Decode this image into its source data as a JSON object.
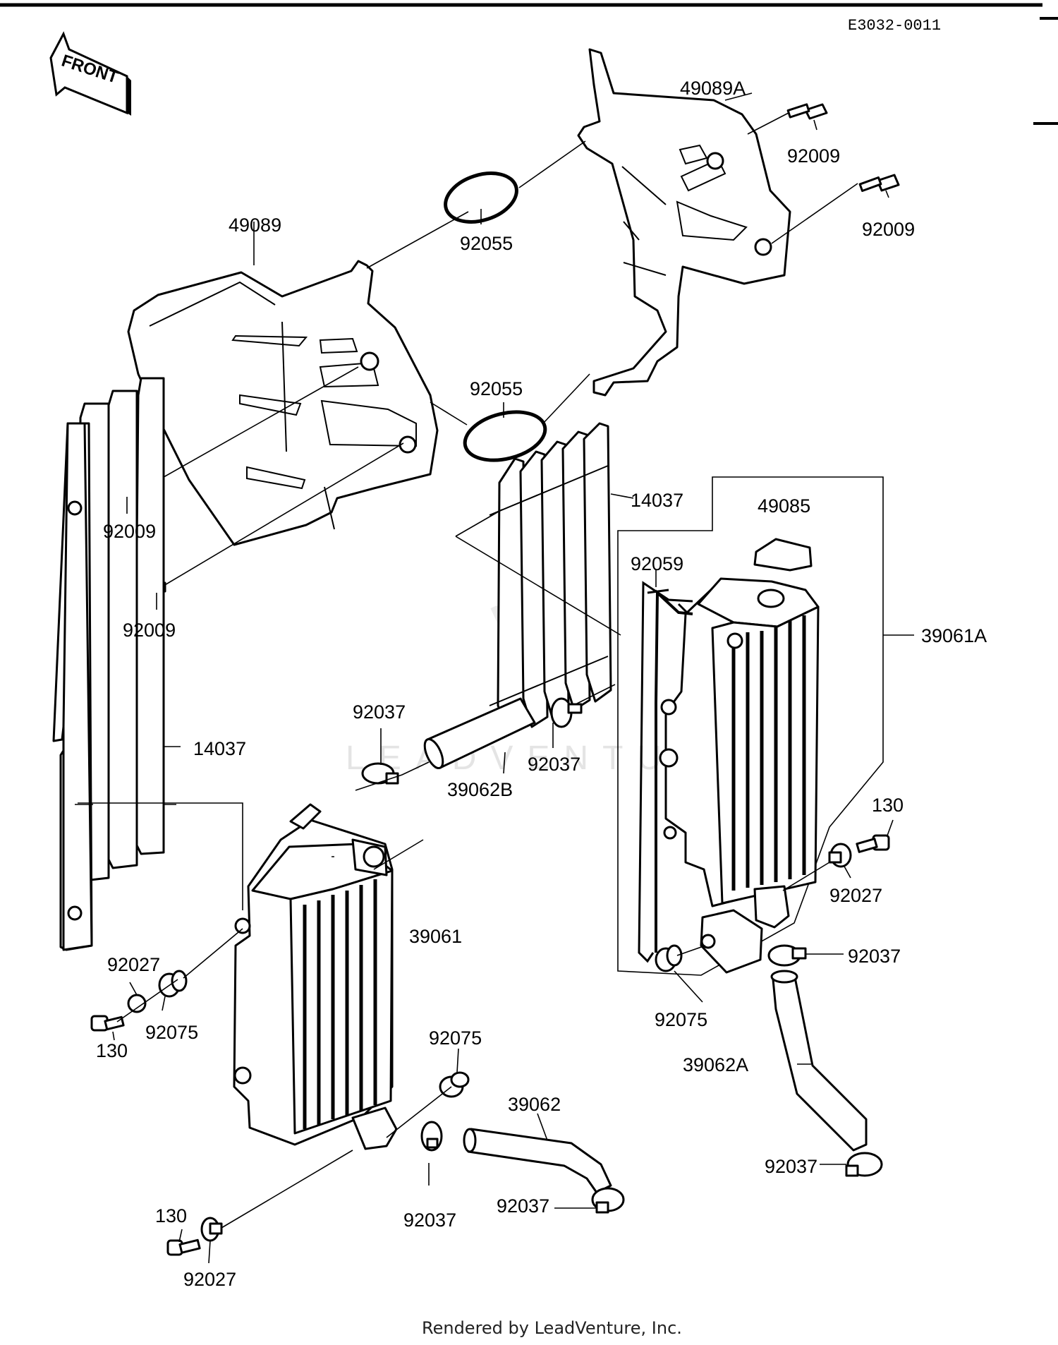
{
  "header": {
    "diagram_code": "E3032-0011",
    "front_label": "FRONT"
  },
  "callouts": {
    "c_49089A": "49089A",
    "c_92009_a": "92009",
    "c_92009_b": "92009",
    "c_49089": "49089",
    "c_92055_a": "92055",
    "c_92055_b": "92055",
    "c_92009_c": "92009",
    "c_92009_d": "92009",
    "c_14037_a": "14037",
    "c_49085": "49085",
    "c_92059": "92059",
    "c_39061A": "39061A",
    "c_92037_a": "92037",
    "c_92037_b": "92037",
    "c_39062B": "39062B",
    "c_14037_b": "14037",
    "c_130_a": "130",
    "c_92027_a": "92027",
    "c_92037_c": "92037",
    "c_92075_a": "92075",
    "c_39061": "39061",
    "c_92027_b": "92027",
    "c_92075_b": "92075",
    "c_130_b": "130",
    "c_92075_c": "92075",
    "c_39062": "39062",
    "c_39062A": "39062A",
    "c_92037_d": "92037",
    "c_92037_e": "92037",
    "c_92037_f": "92037",
    "c_130_c": "130",
    "c_92027_c": "92027"
  },
  "footer": {
    "rendered_by": "Rendered by LeadVenture, Inc."
  },
  "watermark": {
    "text": "LEADVENTURE"
  }
}
